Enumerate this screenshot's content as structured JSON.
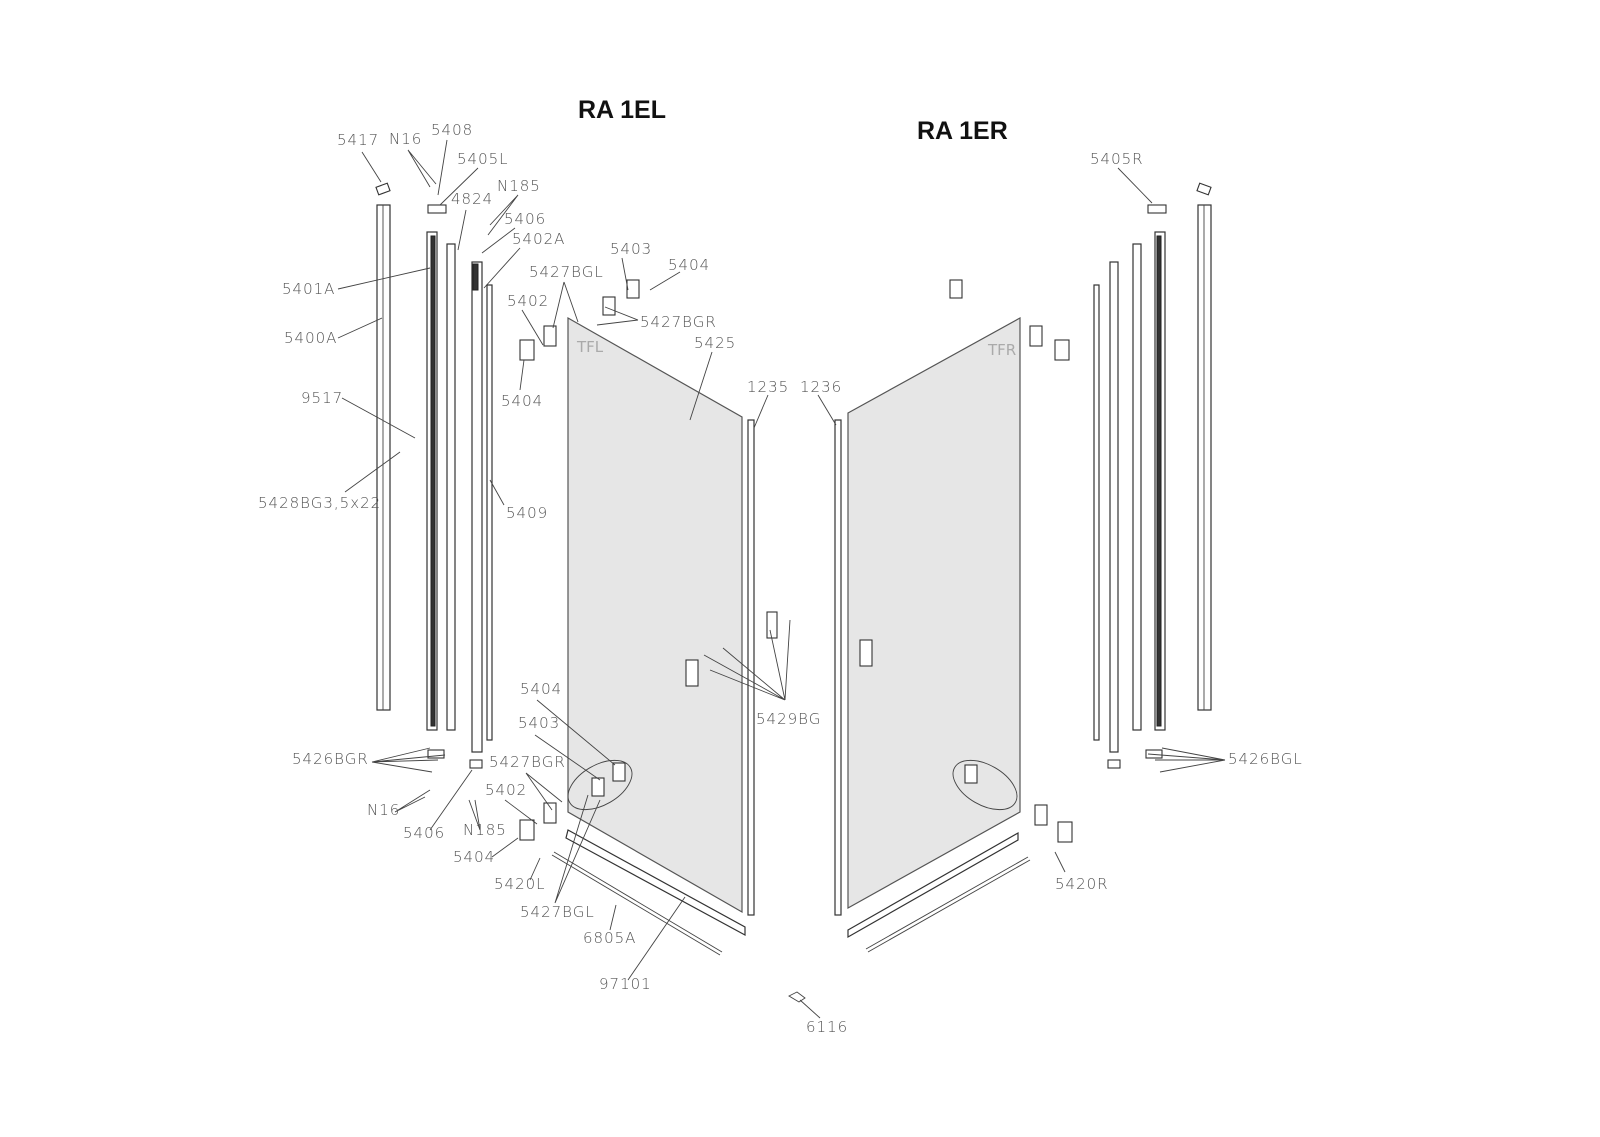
{
  "titles": {
    "left": "RA 1EL",
    "right": "RA 1ER"
  },
  "glass_tags": {
    "left": "TFL",
    "right": "TFR"
  },
  "labels": {
    "p5417": "5417",
    "n16_top": "N16",
    "p5408": "5408",
    "p5405L": "5405L",
    "n185_top": "N185",
    "p4824": "4824",
    "p5406_top": "5406",
    "p5402A": "5402A",
    "p5403_top": "5403",
    "p5404_top_r": "5404",
    "p5427BGL_top": "5427BGL",
    "p5402_top": "5402",
    "p5427BGR_top": "5427BGR",
    "p5425": "5425",
    "p5404_top_l": "5404",
    "p5401A": "5401A",
    "p5400A": "5400A",
    "p9517": "9517",
    "p5428BG": "5428BG3,5x22",
    "p5409": "5409",
    "p1235": "1235",
    "p1236": "1236",
    "p5405R": "5405R",
    "p5429BG": "5429BG",
    "p5404_bot_r": "5404",
    "p5403_bot": "5403",
    "p5426BGR": "5426BGR",
    "p5427BGR_bot": "5427BGR",
    "p5402_bot": "5402",
    "n16_bot": "N16",
    "p5406_bot": "5406",
    "n185_bot": "N185",
    "p5404_bot_l": "5404",
    "p5420L": "5420L",
    "p5427BGL_bot": "5427BGL",
    "p6805A": "6805A",
    "p97101": "97101",
    "p6116": "6116",
    "p5420R": "5420R",
    "p5426BGL": "5426BGL"
  }
}
